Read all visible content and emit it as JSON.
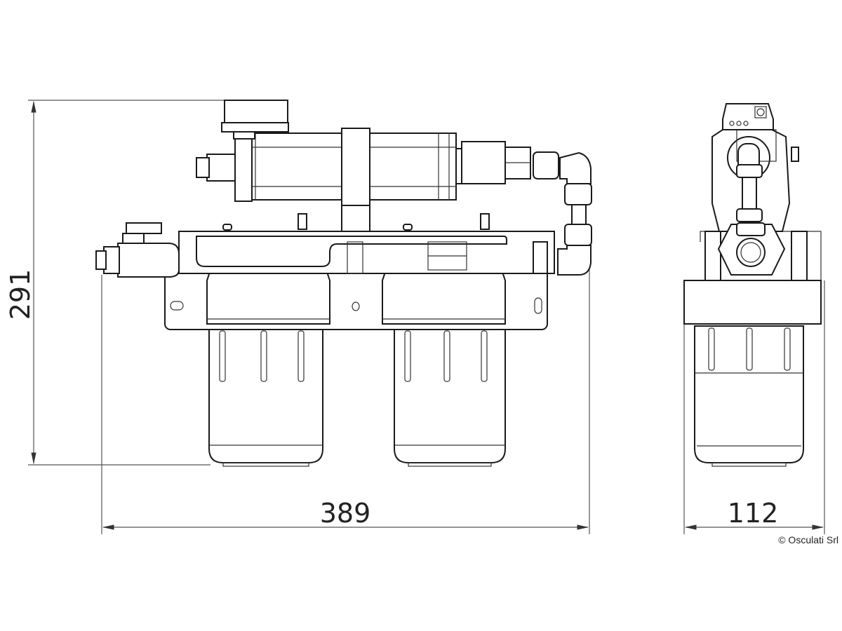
{
  "dimensions": {
    "height": "291",
    "front_width": "389",
    "side_width": "112"
  },
  "copyright": "© Osculati Srl",
  "colors": {
    "line": "#1a1a1a",
    "dimension": "#555555",
    "background": "#ffffff"
  }
}
